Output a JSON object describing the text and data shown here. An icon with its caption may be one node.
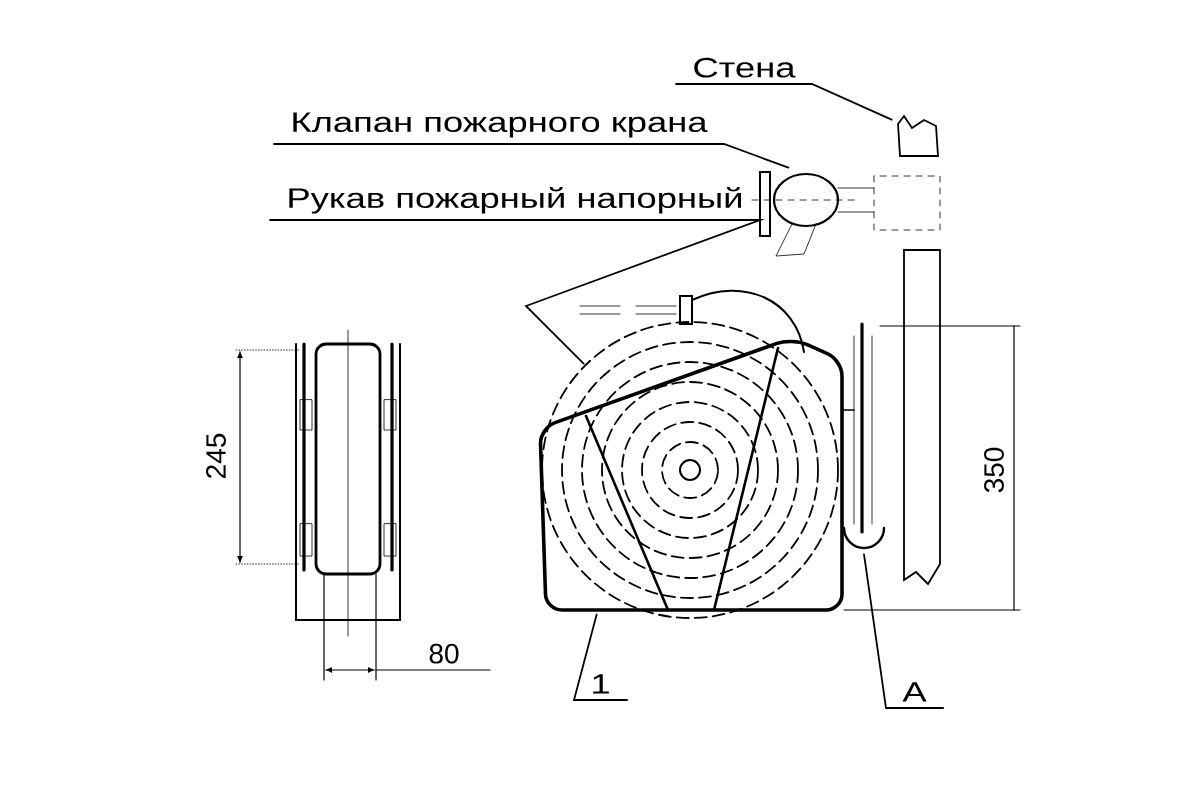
{
  "diagram": {
    "nodes": [
      {
        "text": [
          "Стена"
        ]
      },
      {
        "text": [],
        "shape": "picture"
      },
      {
        "text": [
          "Клапан пожарного крана"
        ]
      },
      {
        "text": [],
        "shape": "picture"
      },
      {
        "text": [
          "Рукав пожарный напорный"
        ]
      },
      {
        "text": [],
        "shape": "picture"
      },
      {
        "text": [
          "1"
        ]
      },
      {
        "text": [],
        "shape": "picture"
      },
      {
        "text": [
          "А"
        ]
      },
      {
        "text": [],
        "shape": "picture"
      }
    ],
    "edges": [
      {
        "from": 0,
        "to": 1,
        "arrow": "none"
      },
      {
        "from": 2,
        "to": 3,
        "arrow": "none"
      },
      {
        "from": 4,
        "to": 5,
        "arrow": "none"
      },
      {
        "from": 6,
        "to": 7,
        "arrow": "none"
      },
      {
        "from": 8,
        "to": 9,
        "arrow": "none"
      }
    ],
    "labels": [
      "245",
      "80",
      "350"
    ]
  }
}
